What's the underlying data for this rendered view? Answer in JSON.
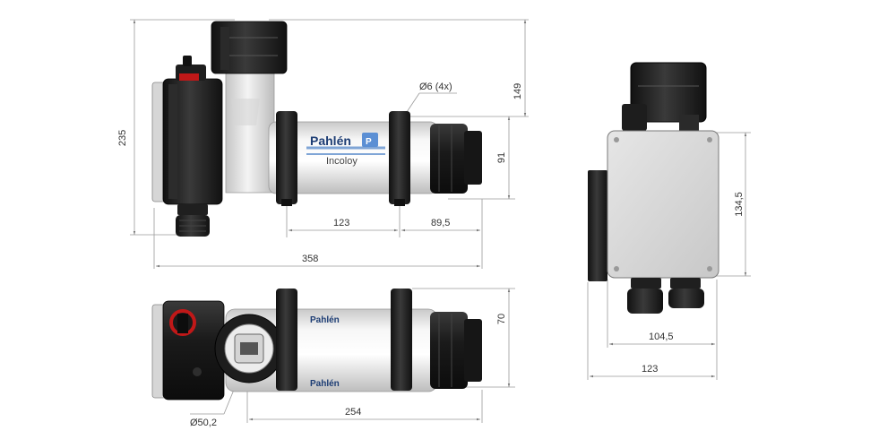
{
  "brand": {
    "name": "Pahlén",
    "model": "Incoloy",
    "logo_mark": "P"
  },
  "dimensions": {
    "side_view": {
      "overall_height": "235",
      "top_height": "149",
      "body_diameter": "91",
      "holes": "Ø6 (4x)",
      "bracket_spacing": "123",
      "outlet_length": "89,5",
      "overall_length": "358"
    },
    "top_view": {
      "body_width": "70",
      "port_diameter": "Ø50,2",
      "port_to_end": "254"
    },
    "end_view": {
      "box_height": "134,5",
      "box_width": "104,5",
      "overall_width": "123"
    }
  }
}
